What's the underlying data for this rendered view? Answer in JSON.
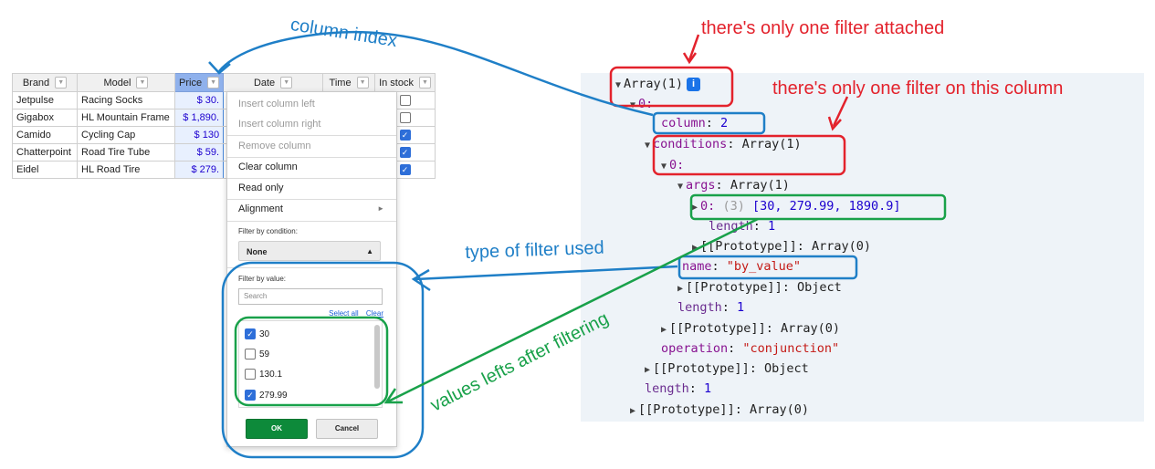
{
  "grid": {
    "headers": [
      "Brand",
      "Model",
      "Price",
      "Date",
      "Time",
      "In stock"
    ],
    "rows": [
      {
        "brand": "Jetpulse",
        "model": "Racing Socks",
        "price": "$ 30."
      },
      {
        "brand": "Gigabox",
        "model": "HL Mountain Frame",
        "price": "$ 1,890."
      },
      {
        "brand": "Camido",
        "model": "Cycling Cap",
        "price": "$ 130"
      },
      {
        "brand": "Chatterpoint",
        "model": "Road Tire Tube",
        "price": "$ 59."
      },
      {
        "brand": "Eidel",
        "model": "HL Road Tire",
        "price": "$ 279."
      }
    ],
    "in_stock": [
      false,
      false,
      true,
      true,
      true
    ]
  },
  "menu": {
    "items": [
      "Insert column left",
      "Insert column right",
      "Remove column",
      "Clear column",
      "Read only",
      "Alignment"
    ],
    "filter_condition_label": "Filter by condition:",
    "condition_value": "None",
    "filter_value_label": "Filter by value:",
    "search_placeholder": "Search",
    "select_all": "Select all",
    "clear": "Clear",
    "values": [
      {
        "label": "30",
        "checked": true
      },
      {
        "label": "59",
        "checked": false
      },
      {
        "label": "130.1",
        "checked": false
      },
      {
        "label": "279.99",
        "checked": true
      }
    ],
    "ok": "OK",
    "cancel": "Cancel"
  },
  "console": {
    "array_root": "Array(1)",
    "info": "i",
    "idx0": "0:",
    "column_key": "column",
    "column_val": "2",
    "conditions_key": "conditions",
    "conditions_val": "Array(1)",
    "cidx0": "0:",
    "args_key": "args",
    "args_val": "Array(1)",
    "args0_key": "0:",
    "args0_count": "(3)",
    "args_values": "[30, 279.99, 1890.9]",
    "length_key": "length",
    "length_val": "1",
    "proto_array0": "[[Prototype]]: Array(0)",
    "name_key": "name",
    "name_val": "\"by_value\"",
    "proto_object": "[[Prototype]]: Object",
    "operation_key": "operation",
    "operation_val": "\"conjunction\""
  },
  "annotations": {
    "column_index": "column index",
    "one_filter_attached": "there's only one filter attached",
    "one_filter_column": "there's only one filter on this column",
    "type_of_filter": "type of filter used",
    "values_left": "values lefts after filtering"
  },
  "colors": {
    "red": "#e3222c",
    "blue": "#1f7fc7",
    "green": "#19a14a",
    "ok_green": "#0d8a3a",
    "selected_header": "#8fb1ec"
  }
}
